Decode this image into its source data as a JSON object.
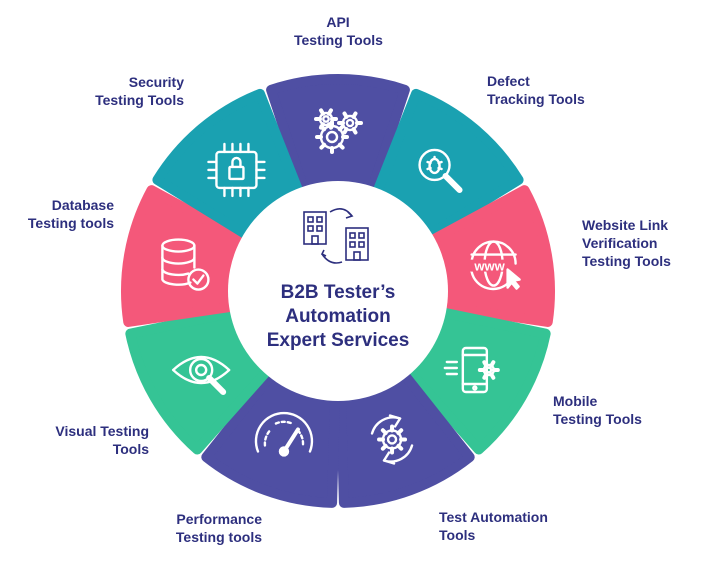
{
  "center": {
    "lines": [
      "B2B Tester’s",
      "Automation",
      "Expert Services"
    ],
    "icon": "buildings-exchange-icon"
  },
  "segments": [
    {
      "key": "api",
      "lines": [
        "API",
        "Testing Tools"
      ],
      "color": "#4f4fa3",
      "icon": "gears-icon"
    },
    {
      "key": "defect",
      "lines": [
        "Defect",
        "Tracking Tools"
      ],
      "color": "#1aa1b1",
      "icon": "bug-magnifier-icon"
    },
    {
      "key": "website",
      "lines": [
        "Website Link",
        "Verification",
        "Testing Tools"
      ],
      "color": "#f4587a",
      "icon": "www-globe-cursor-icon"
    },
    {
      "key": "mobile",
      "lines": [
        "Mobile",
        "Testing Tools"
      ],
      "color": "#35c495",
      "icon": "mobile-gear-icon"
    },
    {
      "key": "automation",
      "lines": [
        "Test Automation",
        "Tools"
      ],
      "color": "#4f4fa3",
      "icon": "cycle-gear-icon"
    },
    {
      "key": "performance",
      "lines": [
        "Performance",
        "Testing tools"
      ],
      "color": "#4f4fa3",
      "icon": "speedometer-icon"
    },
    {
      "key": "visual",
      "lines": [
        "Visual Testing",
        "Tools"
      ],
      "color": "#35c495",
      "icon": "eye-magnifier-icon"
    },
    {
      "key": "database",
      "lines": [
        "Database",
        "Testing tools"
      ],
      "color": "#f4587a",
      "icon": "database-check-icon"
    },
    {
      "key": "security",
      "lines": [
        "Security",
        "Testing Tools"
      ],
      "color": "#1aa1b1",
      "icon": "chip-lock-icon"
    }
  ]
}
